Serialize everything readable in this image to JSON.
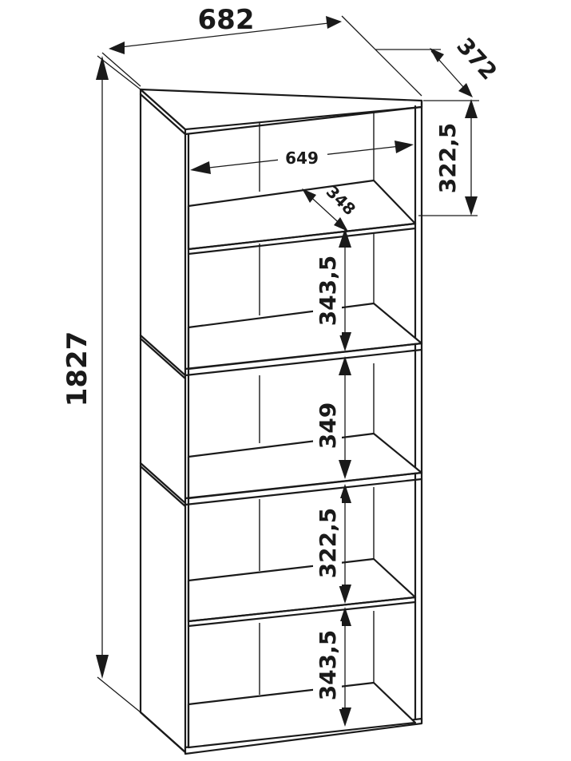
{
  "dimensions": {
    "overall_width": "682",
    "overall_depth": "372",
    "overall_height": "1827",
    "inner_width": "649",
    "inner_depth": "348",
    "shelf_1_height": "322,5",
    "shelf_2_height": "343,5",
    "shelf_3_height": "349",
    "shelf_4_height": "322,5",
    "shelf_5_height": "343,5"
  }
}
